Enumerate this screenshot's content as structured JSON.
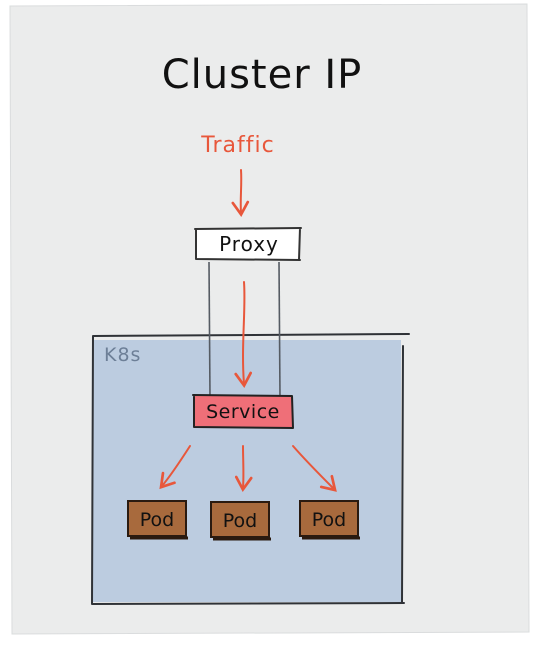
{
  "diagram": {
    "title": "Cluster IP",
    "traffic_label": "Traffic",
    "proxy_label": "Proxy",
    "cluster_label": "K8s",
    "service_label": "Service",
    "pods": [
      {
        "label": "Pod"
      },
      {
        "label": "Pod"
      },
      {
        "label": "Pod"
      }
    ]
  },
  "colors": {
    "paper": "#ebecec",
    "arrow": "#e8573b",
    "traffic": "#e8573b",
    "cluster_fill": "#bccce0",
    "cluster_label": "#6d7f97",
    "service_fill": "#ef6f78",
    "pod_fill": "#a86a3d",
    "proxy_fill": "#ffffff",
    "lines": "#555b63"
  }
}
